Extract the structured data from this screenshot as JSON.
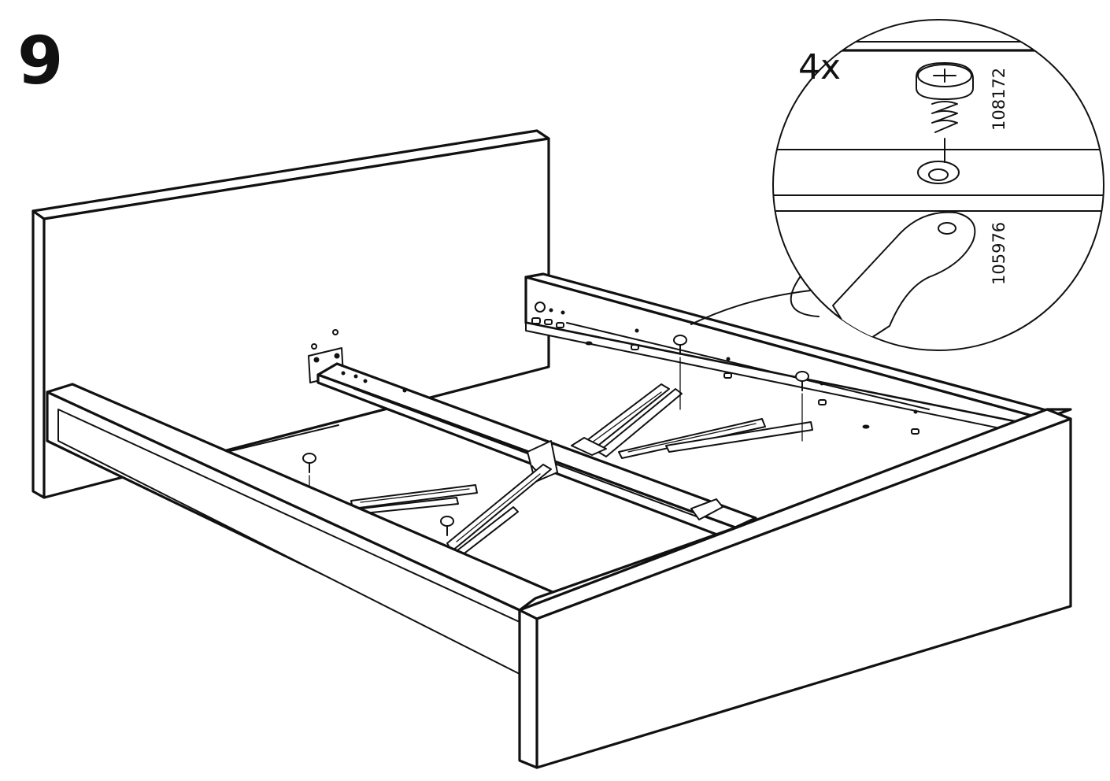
{
  "step": {
    "number": "9"
  },
  "detail": {
    "quantity": "4x",
    "screw_part_number": "108172",
    "bracket_part_number": "105976"
  },
  "colors": {
    "ink": "#111111",
    "paper": "#ffffff"
  }
}
